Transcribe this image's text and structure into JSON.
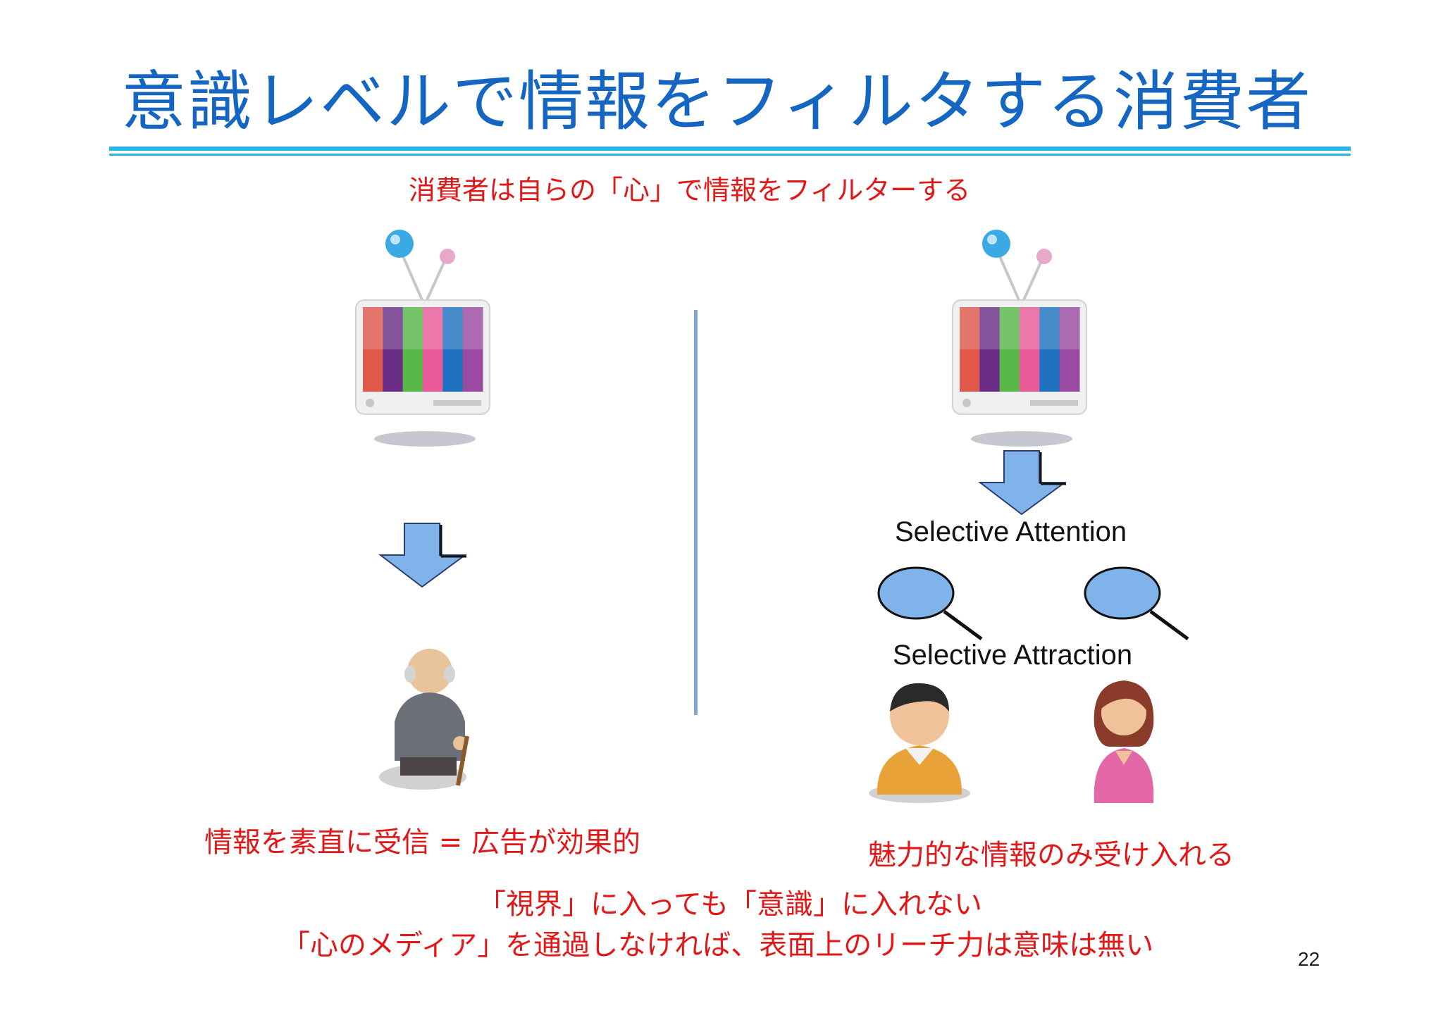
{
  "slide": {
    "title": "意識レベルで情報をフィルタする消費者",
    "subtitle": "消費者は自らの「心」で情報をフィルターする",
    "left": {
      "caption": "情報を素直に受信 = 広告が効果的"
    },
    "right": {
      "selective_attention": "Selective Attention",
      "selective_attraction": "Selective Attraction",
      "caption": "魅力的な情報のみ受け入れる"
    },
    "bottom_note_line1": "「視界」に入っても「意識」に入れない",
    "bottom_note_line2": "「心のメディア」を通過しなければ、表面上のリーチ力は意味は無い",
    "page_number": "22"
  },
  "colors": {
    "title": "#1466c2",
    "rule": "#29b3e6",
    "emphasis_text": "#e01818",
    "arrow_fill": "#7fb3ea",
    "lens_fill": "#7fb3ea"
  },
  "icons": {
    "tv": "tv-icon",
    "arrow": "down-arrow-icon",
    "magnifier": "magnifier-icon",
    "elder": "elderly-man-icon",
    "man": "man-avatar-icon",
    "woman": "woman-avatar-icon"
  },
  "tv_bar_colors": [
    "#e0584a",
    "#6a2e86",
    "#58b848",
    "#e85a98",
    "#1e72bf",
    "#9a4aa0"
  ]
}
